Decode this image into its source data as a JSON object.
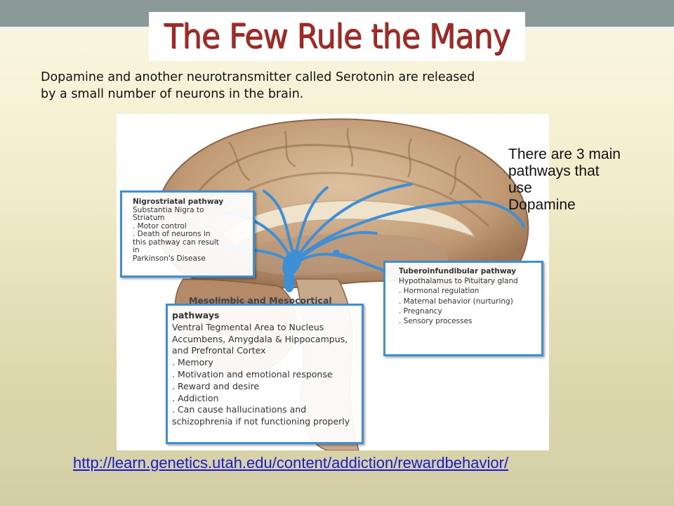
{
  "slide": {
    "title": "The Few Rule the Many",
    "intro_line1": "Dopamine and another neurotransmitter called Serotonin are released",
    "intro_line2": "by a small number of neurons in the brain.",
    "side_note": [
      "There are 3 main",
      "pathways that",
      "use",
      "Dopamine"
    ],
    "link": "http://learn.genetics.utah.edu/content/addiction/rewardbehavior/"
  },
  "figure": {
    "nigrostriatal": {
      "title": "Nigrostriatal pathway",
      "lines": [
        "Substantia Nigra to",
        "Striatum",
        ". Motor control",
        ". Death of neurons in",
        "this pathway can result",
        "in",
        "Parkinson's Disease"
      ]
    },
    "mesolimbic": {
      "title_line1": "Mesolimbic and Mesocortical",
      "title_line2": "pathways",
      "lines": [
        "Ventral Tegmental Area to Nucleus",
        "Accumbens, Amygdala & Hippocampus,",
        "and Prefrontal Cortex",
        ". Memory",
        ". Motivation and emotional response",
        ". Reward and desire",
        ". Addiction",
        ". Can cause hallucinations and",
        "schizophrenia if not functioning properly"
      ]
    },
    "tuberoinfundibular": {
      "title": "Tuberoinfundibular pathway",
      "lines": [
        "Hypothalamus to Pituitary gland",
        ". Hormonal regulation",
        ". Maternal behavior (nurturing)",
        ". Pregnancy",
        ". Sensory processes"
      ]
    }
  },
  "colors": {
    "title_red": "#a32a25",
    "pathway_blue": "#3f8fd6",
    "link_blue": "#1a1ad6"
  }
}
